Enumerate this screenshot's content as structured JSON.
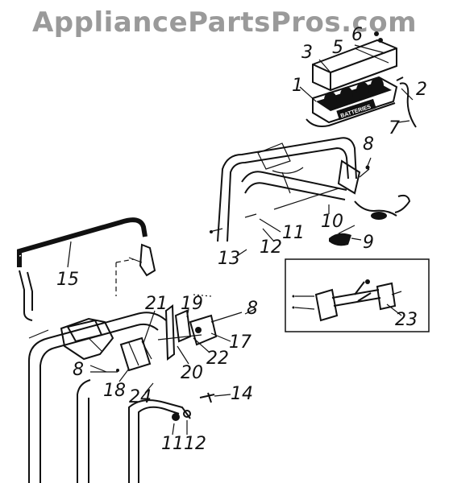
{
  "watermark": "AppliancePartsPros.com",
  "battery_label": "BATTERIES",
  "callouts": {
    "c1": "1",
    "c2": "2",
    "c3": "3",
    "c5": "5",
    "c6": "6",
    "c7": "7",
    "c8a": "8",
    "c8b": "8",
    "c8c": "8",
    "c9": "9",
    "c10": "10",
    "c11a": "11",
    "c11b": "11",
    "c12a": "12",
    "c12b": "12",
    "c13": "13",
    "c14": "14",
    "c15": "15",
    "c17": "17",
    "c18": "18",
    "c19": "19",
    "c20": "20",
    "c21": "21",
    "c22": "22",
    "c23": "23",
    "c24": "24"
  },
  "colors": {
    "ink": "#111111",
    "watermark": "#9a9a9a",
    "background": "#ffffff"
  }
}
